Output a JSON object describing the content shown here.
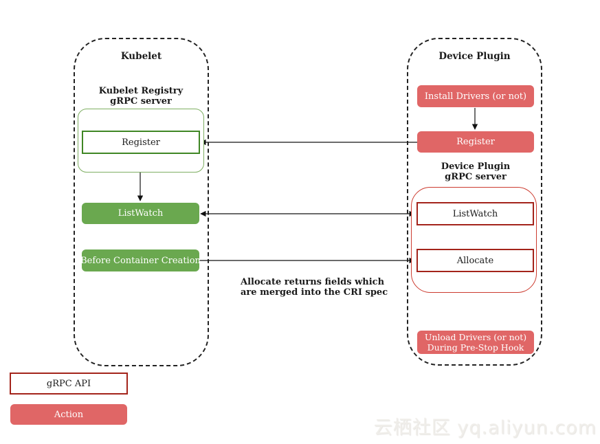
{
  "colors": {
    "green_fill": "#6aa84f",
    "green_border_dark": "#3f8624",
    "green_border_light": "#7dae61",
    "red_fill": "#e06666",
    "red_border_dark": "#a3231a",
    "red_border_bright": "#cc3a2e",
    "arrow": "#111111",
    "container_border": "#222222",
    "watermark_color": "#f0eeea"
  },
  "kubelet": {
    "title": "Kubelet",
    "registry_label_line1": "Kubelet Registry",
    "registry_label_line2": "gRPC server",
    "register": "Register",
    "listwatch": "ListWatch",
    "before_container_creation": "Before Container Creation"
  },
  "device_plugin": {
    "title": "Device Plugin",
    "install_drivers": "Install Drivers (or not)",
    "register": "Register",
    "server_label_line1": "Device Plugin",
    "server_label_line2": "gRPC server",
    "listwatch": "ListWatch",
    "allocate": "Allocate",
    "unload_drivers_line1": "Unload Drivers (or not)",
    "unload_drivers_line2": "During Pre-Stop Hook"
  },
  "annotation": {
    "line1": "Allocate returns fields which",
    "line2": "are merged into the CRI spec"
  },
  "legend": {
    "grpc_api": "gRPC API",
    "action": "Action"
  },
  "watermark": "云栖社区 yq.aliyun.com"
}
